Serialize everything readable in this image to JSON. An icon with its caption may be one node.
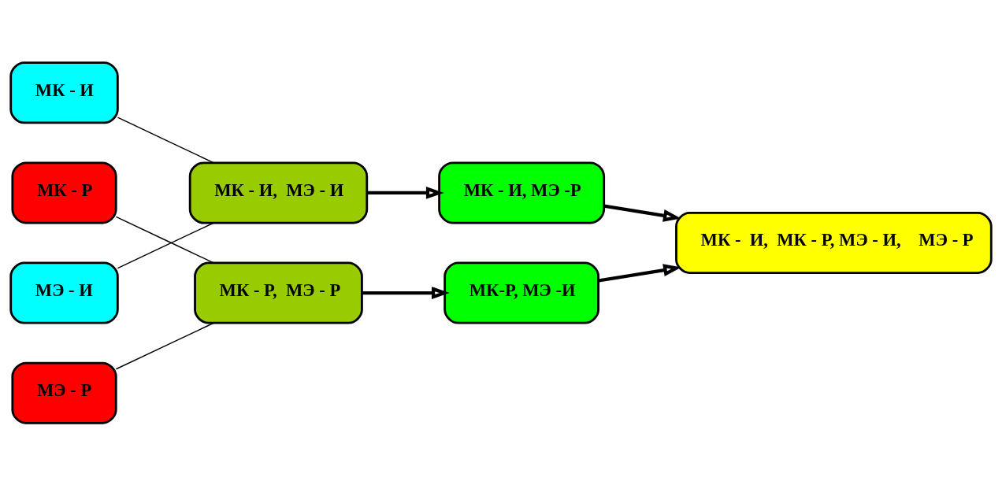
{
  "diagram": {
    "nodes": [
      {
        "text": [
          "МК - И"
        ]
      },
      {
        "text": [
          "МК - Р"
        ]
      },
      {
        "text": [
          "МЭ - И"
        ]
      },
      {
        "text": [
          "МЭ - Р"
        ]
      },
      {
        "text": [
          "МК - И,  МЭ - И"
        ]
      },
      {
        "text": [
          "МК - Р,  МЭ - Р"
        ]
      },
      {
        "text": [
          "МК - И, МЭ -Р"
        ]
      },
      {
        "text": [
          "МК-Р, МЭ -И"
        ]
      },
      {
        "text": [
          "МК -  И,  МК - Р, МЭ - И,    МЭ - Р"
        ]
      }
    ],
    "edges": [
      {
        "from": 0,
        "to": 4,
        "arrow": "none"
      },
      {
        "from": 2,
        "to": 4,
        "arrow": "none"
      },
      {
        "from": 1,
        "to": 5,
        "arrow": "none"
      },
      {
        "from": 3,
        "to": 5,
        "arrow": "none"
      },
      {
        "from": 4,
        "to": 6,
        "arrow": "to",
        "style": "thick"
      },
      {
        "from": 5,
        "to": 7,
        "arrow": "to",
        "style": "thick"
      },
      {
        "from": 6,
        "to": 8,
        "arrow": "to",
        "style": "thick"
      },
      {
        "from": 7,
        "to": 8,
        "arrow": "to",
        "style": "thick"
      }
    ]
  }
}
